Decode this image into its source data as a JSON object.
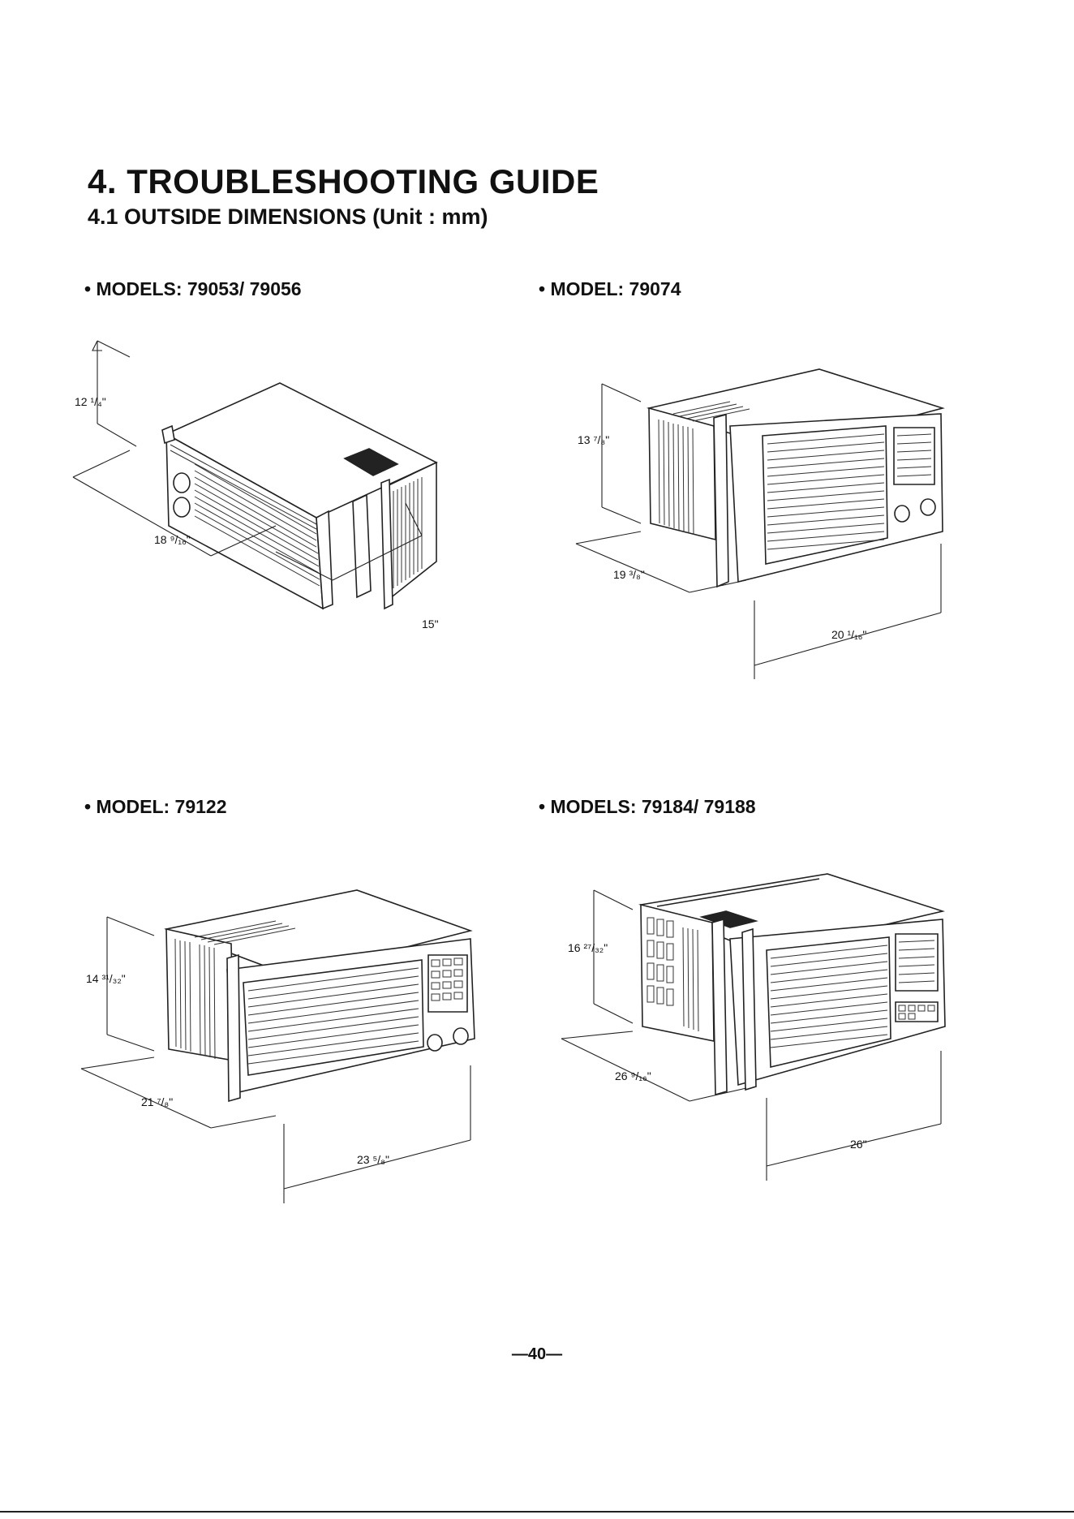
{
  "document": {
    "title": "4. TROUBLESHOOTING GUIDE",
    "subtitle": "4.1 OUTSIDE DIMENSIONS (Unit : mm)",
    "page_number": "—40—"
  },
  "models": [
    {
      "label": "• MODELS: 79053/ 79056",
      "height": "12 ¹/₄\"",
      "depth": "18 ⁹/₁₆\"",
      "width": "15\""
    },
    {
      "label": "• MODEL: 79074",
      "height": "13 ⁷/₈\"",
      "depth": "19 ³/₈\"",
      "width": "20 ¹/₁₆\""
    },
    {
      "label": "• MODEL: 79122",
      "height": "14 ³¹/₃₂\"",
      "depth": "21 ⁷/₈\"",
      "width": "23 ⁵/₈\""
    },
    {
      "label": "• MODELS: 79184/ 79188",
      "height": "16 ²⁷/₃₂\"",
      "depth": "26 ⁹/₁₆\"",
      "width": "26\""
    }
  ]
}
